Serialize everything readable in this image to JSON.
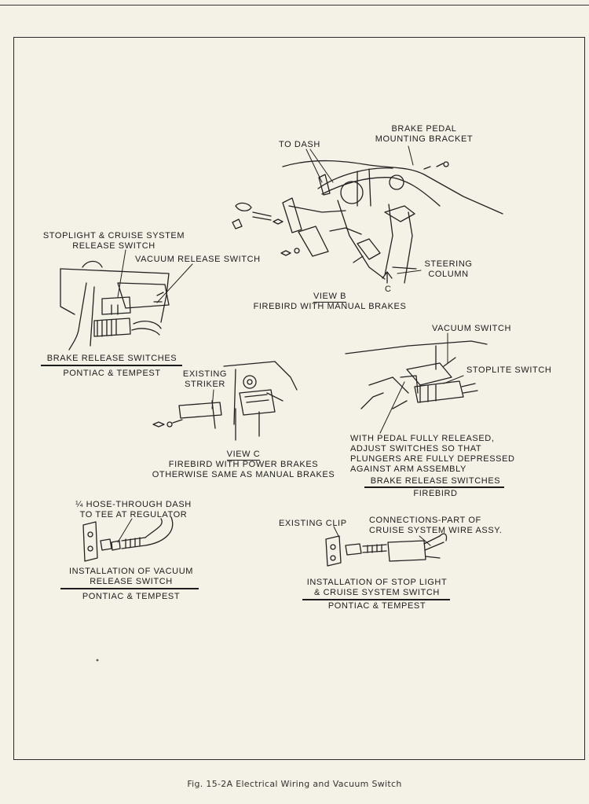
{
  "viewB": {
    "label_to_dash": "TO DASH",
    "label_bracket": [
      "BRAKE PEDAL",
      "MOUNTING BRACKET"
    ],
    "label_steering": [
      "STEERING",
      "COLUMN"
    ],
    "arrow_letter": "C",
    "title": "VIEW B",
    "subtitle": "FIREBIRD WITH MANUAL BRAKES"
  },
  "pontiacRelease": {
    "label_stoplight": [
      "STOPLIGHT & CRUISE SYSTEM",
      "RELEASE SWITCH"
    ],
    "label_vacuum": "VACUUM RELEASE SWITCH",
    "title": "BRAKE RELEASE SWITCHES",
    "subtitle": "PONTIAC & TEMPEST"
  },
  "viewC": {
    "label_striker": [
      "EXISTING",
      "STRIKER"
    ],
    "title": "VIEW C",
    "subtitle": [
      "FIREBIRD WITH POWER BRAKES",
      "OTHERWISE SAME AS MANUAL BRAKES"
    ]
  },
  "firebirdRelease": {
    "label_vacuum": "VACUUM SWITCH",
    "label_stoplite": "STOPLITE SWITCH",
    "note": [
      "WITH PEDAL FULLY RELEASED,",
      "ADJUST SWITCHES SO THAT",
      "PLUNGERS ARE FULLY DEPRESSED",
      "AGAINST ARM ASSEMBLY"
    ],
    "title": "BRAKE RELEASE SWITCHES",
    "subtitle": "FIREBIRD"
  },
  "vacuumInstall": {
    "label_hose": [
      "¼ HOSE-THROUGH DASH",
      "TO TEE AT REGULATOR"
    ],
    "title": [
      "INSTALLATION OF VACUUM",
      "RELEASE SWITCH"
    ],
    "subtitle": "PONTIAC & TEMPEST"
  },
  "stopInstall": {
    "label_clip": "EXISTING CLIP",
    "label_connections": [
      "CONNECTIONS-PART OF",
      "CRUISE SYSTEM WIRE ASSY."
    ],
    "title": [
      "INSTALLATION OF STOP LIGHT",
      "& CRUISE SYSTEM SWITCH"
    ],
    "subtitle": "PONTIAC & TEMPEST"
  },
  "caption": "Fig. 15-2A  Electrical Wiring and Vacuum Switch"
}
